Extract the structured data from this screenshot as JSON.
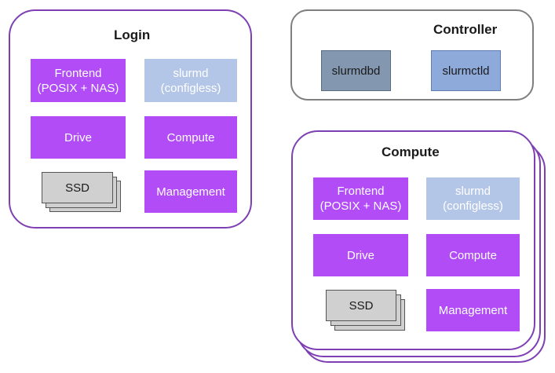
{
  "login": {
    "title": "Login",
    "frontend": "Frontend\n(POSIX + NAS)",
    "slurmd": "slurmd\n(configless)",
    "drive": "Drive",
    "compute": "Compute",
    "ssd": "SSD",
    "management": "Management"
  },
  "controller": {
    "title": "Controller",
    "slurmdbd": "slurmdbd",
    "slurmctld": "slurmctld"
  },
  "compute_node": {
    "title": "Compute",
    "frontend": "Frontend\n(POSIX + NAS)",
    "slurmd": "slurmd\n(configless)",
    "drive": "Drive",
    "compute": "Compute",
    "ssd": "SSD",
    "management": "Management"
  },
  "colors": {
    "group_border": "#7e3fb3",
    "process_fill": "#b14cf6",
    "slurmd_fill": "#b4c6e7",
    "slurmdbd_fill": "#8497b0",
    "slurmctld_fill": "#8eaadb",
    "ssd_fill": "#d0d0d0"
  }
}
